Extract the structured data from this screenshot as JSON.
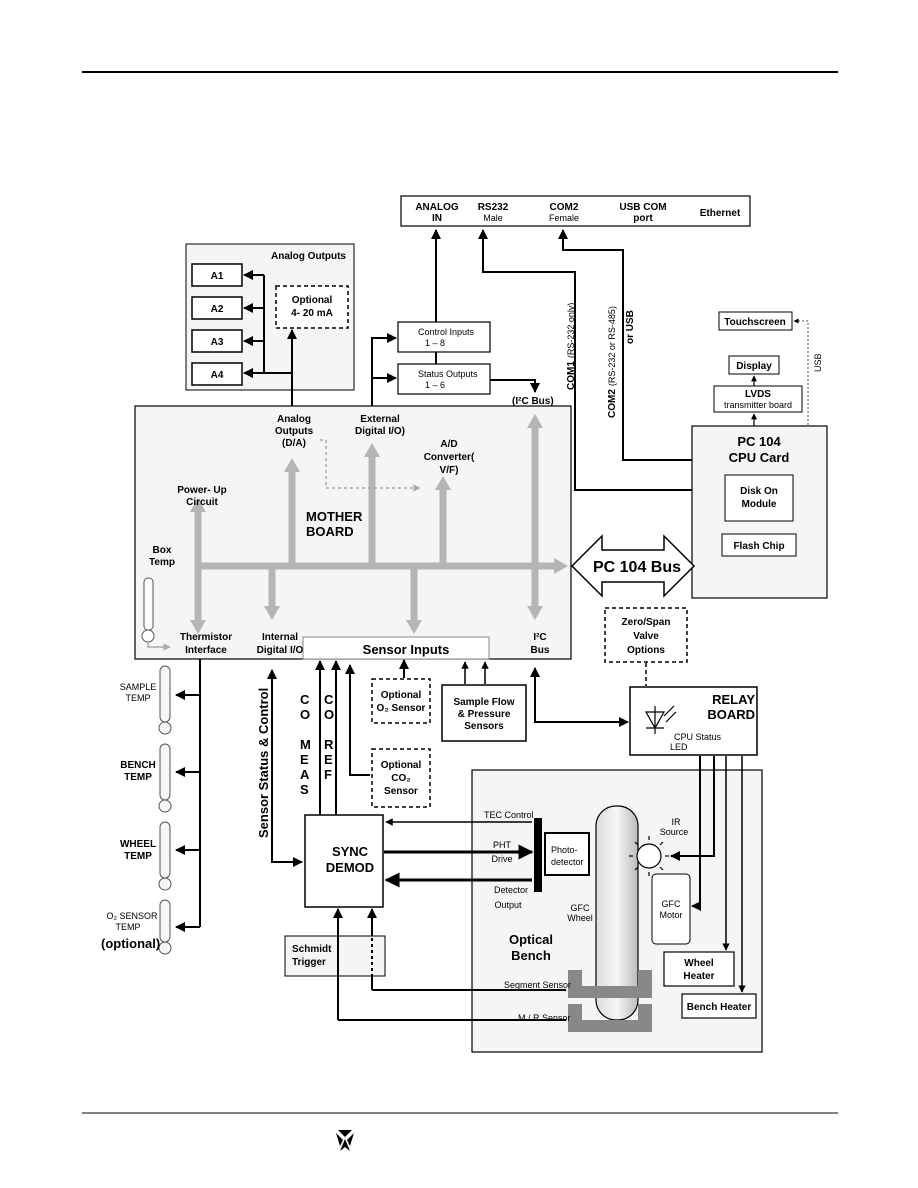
{
  "ports": {
    "analog_in": [
      "ANALOG",
      "IN"
    ],
    "rs232": [
      "RS232",
      "Male"
    ],
    "com2": [
      "COM2",
      "Female"
    ],
    "usb_com": [
      "USB COM",
      "port"
    ],
    "ethernet": "Ethernet"
  },
  "analog_outputs": {
    "title": "Analog Outputs",
    "channels": [
      "A1",
      "A2",
      "A3",
      "A4"
    ],
    "optional": [
      "Optional",
      "4- 20 mA"
    ]
  },
  "control_inputs": [
    "Control Inputs",
    "1 – 8"
  ],
  "status_outputs": [
    "Status Outputs",
    "1 – 6"
  ],
  "links": {
    "com1_bold": "COM1",
    "com1": "(RS-232 only)",
    "com2_bold": "COM2",
    "com2": "(RS-232 or RS-485)",
    "or_usb": "or USB",
    "usb": "USB",
    "i2c_bus_top": "(I²C Bus)",
    "pc104_bus": "PC 104 Bus"
  },
  "front_panel": {
    "touchscreen": "Touchscreen",
    "display": "Display",
    "lvds": [
      "LVDS",
      "transmitter board"
    ]
  },
  "cpu": {
    "title": [
      "PC 104",
      "CPU Card"
    ],
    "disk": [
      "Disk On",
      "Module"
    ],
    "flash": "Flash Chip"
  },
  "motherboard": {
    "title": [
      "MOTHER",
      "BOARD"
    ],
    "analog_outputs": [
      "Analog",
      "Outputs",
      "(D/A)"
    ],
    "external_io": [
      "External",
      "Digital I/O)"
    ],
    "ad_converter": [
      "A/D",
      "Converter(",
      "V/F)"
    ],
    "power_up": [
      "Power- Up",
      "Circuit"
    ],
    "box_temp": [
      "Box",
      "Temp"
    ],
    "thermistor": [
      "Thermistor",
      "Interface"
    ],
    "internal_io": [
      "Internal",
      "Digital I/O"
    ],
    "sensor_inputs": "Sensor Inputs",
    "i2c_bus": [
      "I²C",
      "Bus"
    ]
  },
  "temp_sensors": [
    [
      "SAMPLE",
      "TEMP"
    ],
    [
      "BENCH",
      "TEMP"
    ],
    [
      "WHEEL",
      "TEMP"
    ],
    [
      "O₂ SENSOR",
      "TEMP"
    ]
  ],
  "optional_note": "(optional)",
  "optional_o2": [
    "Optional",
    "O₂ Sensor"
  ],
  "optional_co2": [
    "Optional",
    "CO₂",
    "Sensor"
  ],
  "sample_flow": [
    "Sample Flow",
    "& Pressure",
    "Sensors"
  ],
  "zero_span": [
    "Zero/Span",
    "Valve",
    "Options"
  ],
  "relay_board": {
    "title": [
      "RELAY",
      "BOARD"
    ],
    "led": [
      "CPU Status",
      "LED"
    ]
  },
  "sensor_status": "Sensor Status & Control",
  "co_meas": [
    "C",
    "O",
    "",
    "M",
    "E",
    "A",
    "S"
  ],
  "co_ref": [
    "C",
    "O",
    "",
    "R",
    "E",
    "F"
  ],
  "sync_demod": [
    "SYNC",
    "DEMOD"
  ],
  "schmidt": [
    "Schmidt",
    "Trigger"
  ],
  "optical_bench": {
    "title": [
      "Optical",
      "Bench"
    ],
    "tec": "TEC Control",
    "pht": [
      "PHT",
      "Drive"
    ],
    "det": [
      "Detector",
      "Output"
    ],
    "photodetector": [
      "Photo-",
      "detector"
    ],
    "ir": [
      "IR",
      "Source"
    ],
    "gfc_wheel": [
      "GFC",
      "Wheel"
    ],
    "gfc_motor": [
      "GFC",
      "Motor"
    ],
    "wheel_heater": [
      "Wheel",
      "Heater"
    ],
    "bench_heater": "Bench Heater",
    "segment_sensor": "Segment Sensor",
    "mr_sensor": "M / R Sensor"
  }
}
